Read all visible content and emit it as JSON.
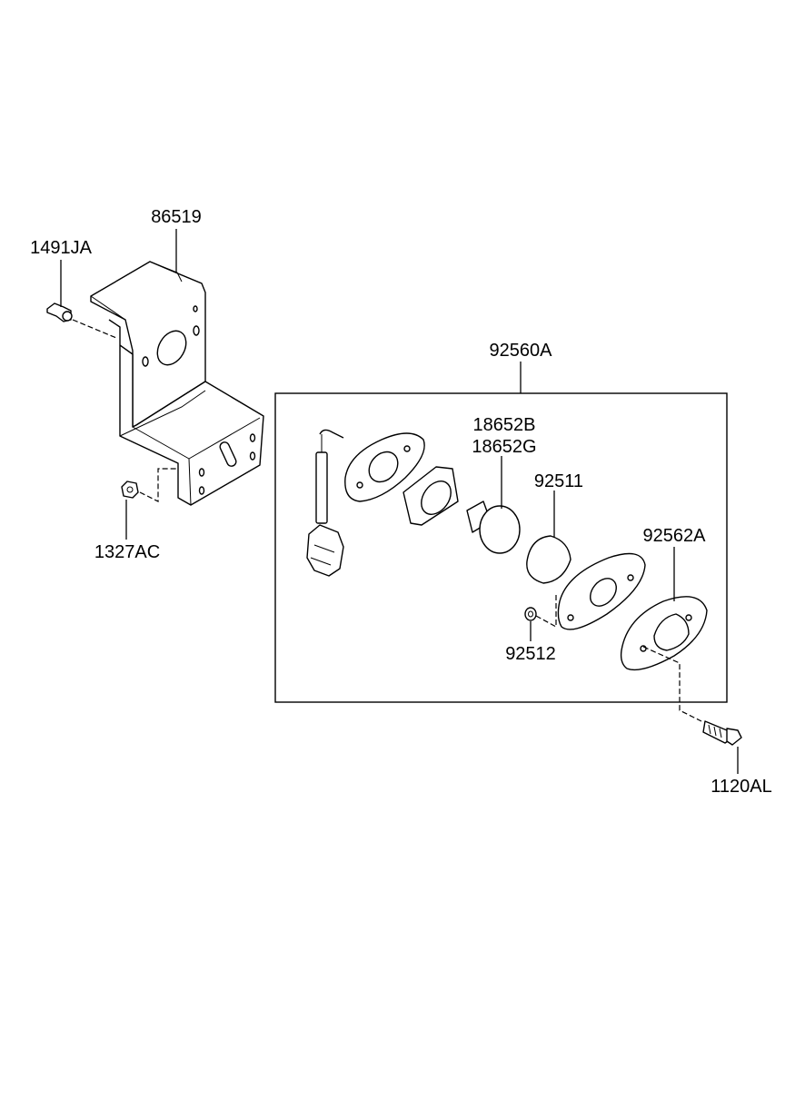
{
  "labels": {
    "bracket": "86519",
    "clip": "1491JA",
    "nut": "1327AC",
    "assembly": "92560A",
    "bulb_a": "18652B",
    "bulb_b": "18652G",
    "lens": "92511",
    "housing": "92562A",
    "small_nut": "92512",
    "screw": "1120AL"
  }
}
